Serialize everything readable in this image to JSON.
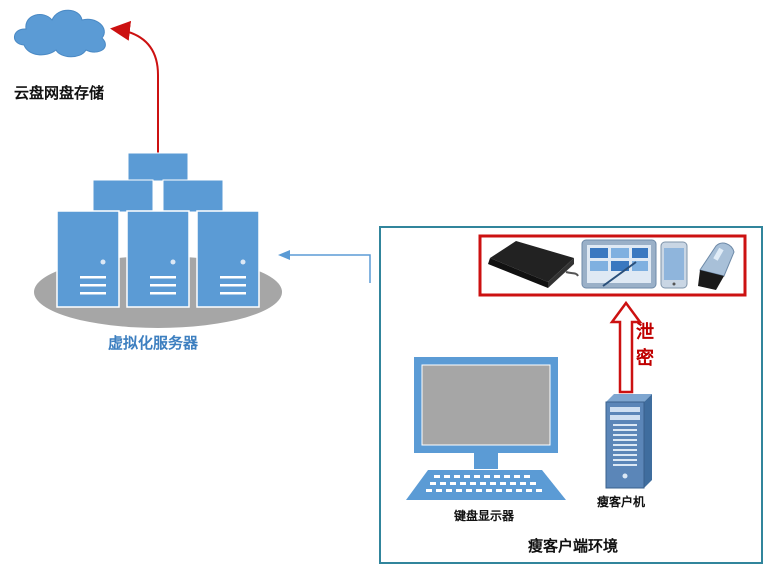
{
  "diagram": {
    "cloud_label": "云盘网盘存储",
    "server_label": "虚拟化服务器",
    "thin_client_label": "瘦客户机",
    "monitor_label": "键盘显示器",
    "environment_label": "瘦客户端环境",
    "leak_char_1": "泄",
    "leak_char_2": "密",
    "devices": [
      "mobile-hard-drive",
      "tablet",
      "smartphone",
      "usb-flash-drive"
    ]
  },
  "colors": {
    "server_blue": "#5b9bd5",
    "panel_border": "#31859c",
    "alert_red": "#cc1111",
    "ellipse_gray": "#a6a6a6",
    "cloud_blue": "#5b9bd5"
  }
}
